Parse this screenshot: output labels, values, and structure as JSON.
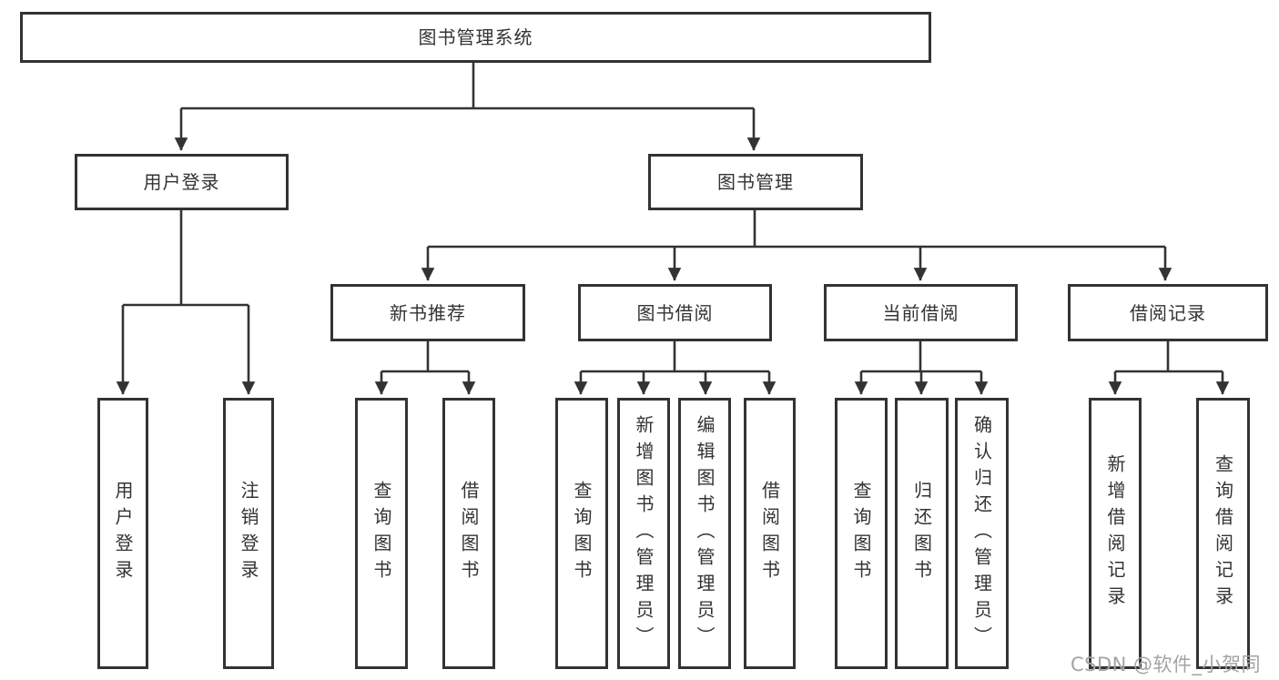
{
  "colors": {
    "line": "#333333",
    "text": "#333333",
    "box_background": "#ffffff",
    "watermark": "#a3a3a3"
  },
  "tree": {
    "root": {
      "label": "图书管理系统",
      "children": [
        {
          "label": "用户登录",
          "children": [
            {
              "label": "用户登录"
            },
            {
              "label": "注销登录"
            }
          ]
        },
        {
          "label": "图书管理",
          "children": [
            {
              "label": "新书推荐",
              "children": [
                {
                  "label": "查询图书"
                },
                {
                  "label": "借阅图书"
                }
              ]
            },
            {
              "label": "图书借阅",
              "children": [
                {
                  "label": "查询图书"
                },
                {
                  "label": "新增图书（管理员）"
                },
                {
                  "label": "编辑图书（管理员）"
                },
                {
                  "label": "借阅图书"
                }
              ]
            },
            {
              "label": "当前借阅",
              "children": [
                {
                  "label": "查询图书"
                },
                {
                  "label": "归还图书"
                },
                {
                  "label": "确认归还（管理员）"
                }
              ]
            },
            {
              "label": "借阅记录",
              "children": [
                {
                  "label": "新增借阅记录"
                },
                {
                  "label": "查询借阅记录"
                }
              ]
            }
          ]
        }
      ]
    }
  },
  "watermark": {
    "text": "CSDN @软件_小贺同学"
  }
}
